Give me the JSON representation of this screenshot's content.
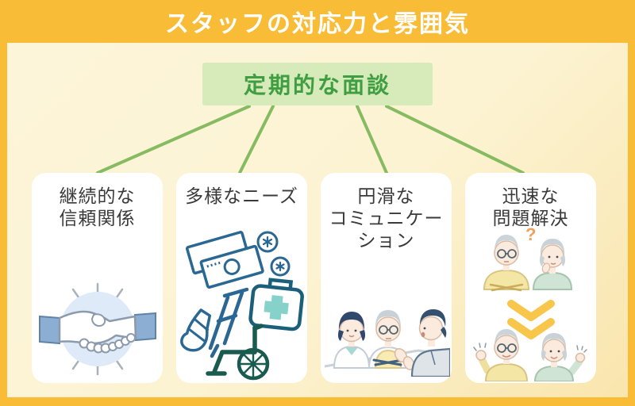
{
  "header": {
    "title": "スタッフの対応力と雰囲気"
  },
  "diagram": {
    "root_label": "定期的な面談",
    "connector_count": 4
  },
  "cards": [
    {
      "id": "continuous-trust",
      "title_lines": [
        "継続的な",
        "信頼関係"
      ],
      "illustration": "handshake-illustration"
    },
    {
      "id": "diverse-needs",
      "title_lines": [
        "多様なニーズ"
      ],
      "illustration": "money-and-medical-items-illustration"
    },
    {
      "id": "smooth-communication",
      "title_lines": [
        "円滑な",
        "コミュニケー",
        "ション"
      ],
      "illustration": "three-people-talking-illustration"
    },
    {
      "id": "quick-resolution",
      "title_lines": [
        "迅速な",
        "問題解決"
      ],
      "illustration": "couple-problem-to-solution-illustration",
      "annotation": "?"
    }
  ],
  "colors": {
    "frame_orange": "#F9BC37",
    "background_cream": "#FCF3D2",
    "root_box_green": "#D6EABA",
    "root_text_green": "#3E9E41",
    "connector_green": "#86BB62",
    "card_white": "#FFFFFF",
    "card_title_gray": "#3A3A3A",
    "outline_navy": "#2A6792",
    "kit_dark_teal": "#1C5F7B",
    "cross_teal": "#86D1C9",
    "wheelchair_teal": "#1A5B50",
    "handshake_circle_blue": "#DEEAF7",
    "sleeve_blue": "#8BAED2",
    "skin": "#FAEBDE",
    "hair_navy": "#33506E",
    "hair_gray": "#C7D1D6",
    "shirt_yellow": "#F4E6A5",
    "top_green": "#CFE4D4",
    "jacket_gray": "#DFE4E9",
    "collar_teal": "#A8D8D1",
    "question_orange": "#EFA05B",
    "chevron_yellow": "#F7C64B"
  }
}
